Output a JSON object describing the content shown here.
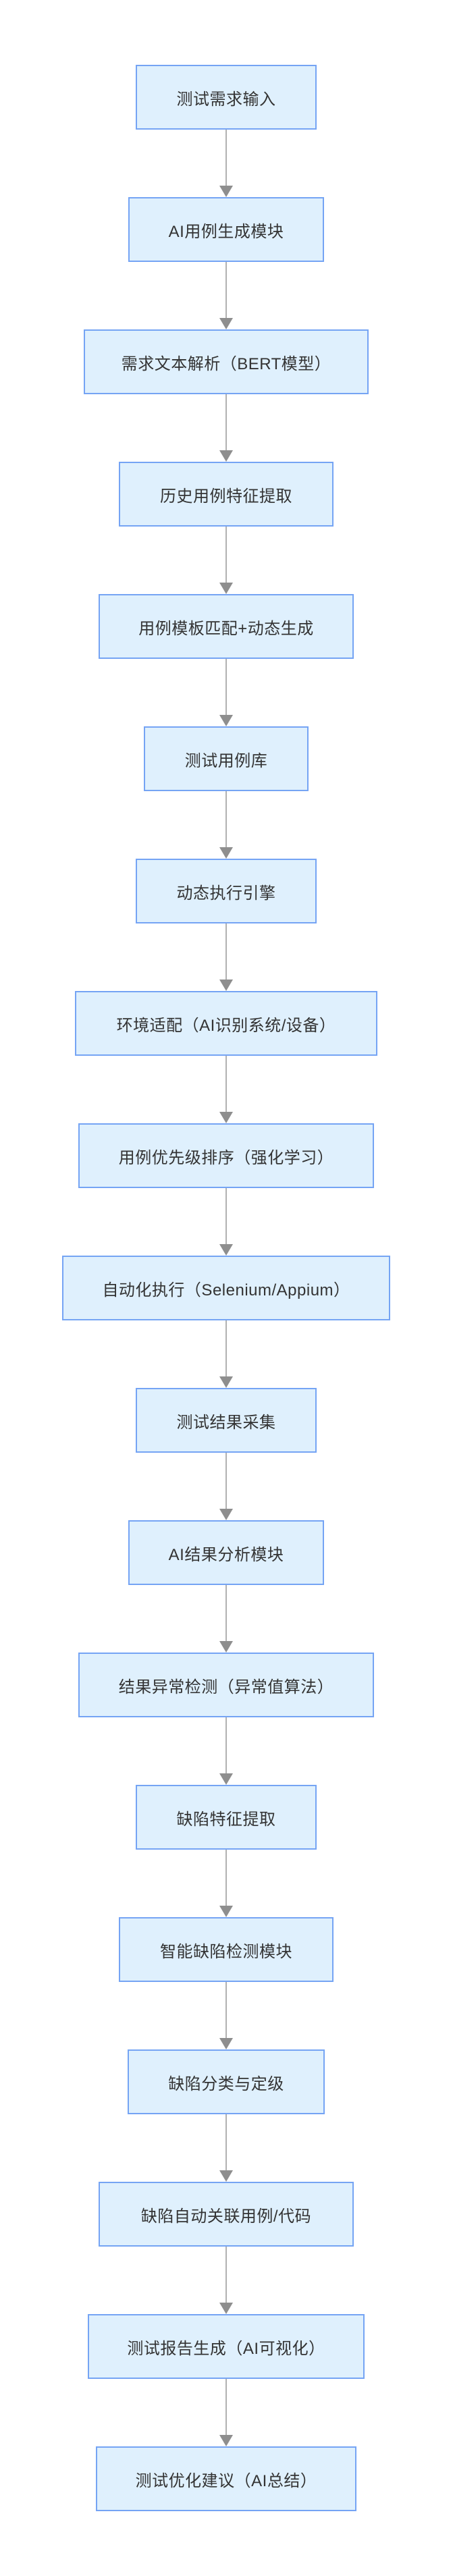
{
  "colors": {
    "canvas_background": "#FFFFFF",
    "node_fill": "#DFF0FD",
    "node_border": "#75A4F4",
    "node_text": "#333333",
    "connector_line": "#B1B1B1",
    "connector_arrowhead": "#8E8E8E"
  },
  "diagram": {
    "type": "flowchart",
    "direction": "top-down",
    "nodes": [
      {
        "label": "测试需求输入"
      },
      {
        "label": "AI用例生成模块"
      },
      {
        "label": "需求文本解析（BERT模型）"
      },
      {
        "label": "历史用例特征提取"
      },
      {
        "label": "用例模板匹配+动态生成"
      },
      {
        "label": "测试用例库"
      },
      {
        "label": "动态执行引擎"
      },
      {
        "label": "环境适配（AI识别系统/设备）"
      },
      {
        "label": "用例优先级排序（强化学习）"
      },
      {
        "label": "自动化执行（Selenium/Appium）"
      },
      {
        "label": "测试结果采集"
      },
      {
        "label": "AI结果分析模块"
      },
      {
        "label": "结果异常检测（异常值算法）"
      },
      {
        "label": "缺陷特征提取"
      },
      {
        "label": "智能缺陷检测模块"
      },
      {
        "label": "缺陷分类与定级"
      },
      {
        "label": "缺陷自动关联用例/代码"
      },
      {
        "label": "测试报告生成（AI可视化）"
      },
      {
        "label": "测试优化建议（AI总结）"
      }
    ],
    "edges": [
      {
        "from": 0,
        "to": 1
      },
      {
        "from": 1,
        "to": 2
      },
      {
        "from": 2,
        "to": 3
      },
      {
        "from": 3,
        "to": 4
      },
      {
        "from": 4,
        "to": 5
      },
      {
        "from": 5,
        "to": 6
      },
      {
        "from": 6,
        "to": 7
      },
      {
        "from": 7,
        "to": 8
      },
      {
        "from": 8,
        "to": 9
      },
      {
        "from": 9,
        "to": 10
      },
      {
        "from": 10,
        "to": 11
      },
      {
        "from": 11,
        "to": 12
      },
      {
        "from": 12,
        "to": 13
      },
      {
        "from": 13,
        "to": 14
      },
      {
        "from": 14,
        "to": 15
      },
      {
        "from": 15,
        "to": 16
      },
      {
        "from": 16,
        "to": 17
      },
      {
        "from": 17,
        "to": 18
      }
    ]
  }
}
